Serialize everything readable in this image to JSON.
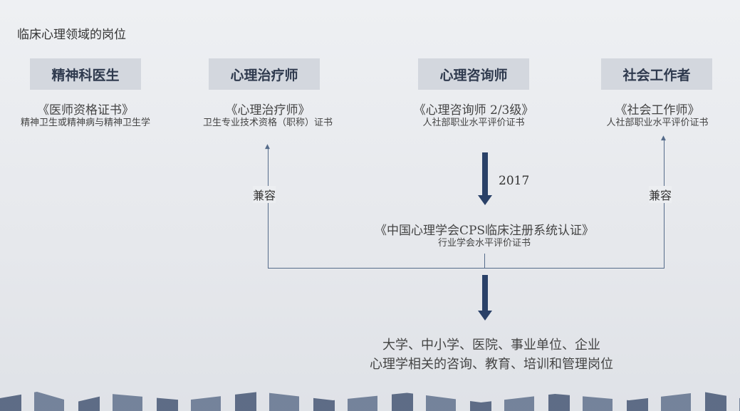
{
  "title": "临床心理领域的岗位",
  "roles": [
    {
      "name": "精神科医生",
      "cert": "《医师资格证书》",
      "desc": "精神卫生或精神病与精神卫生学"
    },
    {
      "name": "心理治疗师",
      "cert": "《心理治疗师》",
      "desc": "卫生专业技术资格（职称）证书"
    },
    {
      "name": "心理咨询师",
      "cert": "《心理咨询师 2/3级》",
      "desc": "人社部职业水平评价证书"
    },
    {
      "name": "社会工作者",
      "cert": "《社会工作师》",
      "desc": "人社部职业水平评价证书"
    }
  ],
  "year": "2017",
  "compat_left": "兼容",
  "compat_right": "兼容",
  "cps": {
    "cert": "《中国心理学会CPS临床注册系统认证》",
    "desc": "行业学会水平评价证书"
  },
  "outcome": {
    "line1": "大学、中小学、医院、事业单位、企业",
    "line2": "心理学相关的咨询、教育、培训和管理岗位"
  }
}
